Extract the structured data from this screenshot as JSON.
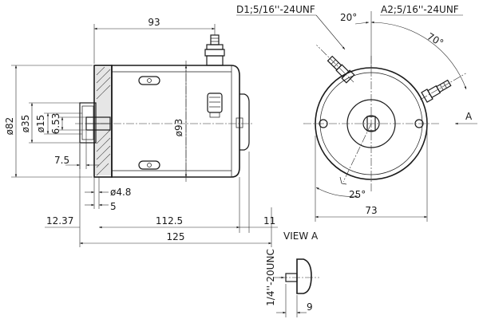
{
  "labels": {
    "len_93": "93",
    "dia_82": "ø82",
    "dia_35": "ø35",
    "dia_15": "ø15",
    "dim_653": "6.53",
    "dim_75": "7.5",
    "dia_93": "ø93",
    "dia_48": "ø4.8",
    "dim_5": "5",
    "dim_1237": "12.37",
    "dim_1125": "112.5",
    "dim_11": "11",
    "dim_125": "125",
    "terminal_d1": "D1;5/16''-24UNF",
    "terminal_a2": "A2;5/16''-24UNF",
    "angle_20": "20°",
    "angle_70": "70°",
    "angle_25": "25°",
    "width_73": "73",
    "arrow_a": "A",
    "view_a": "VIEW A",
    "thread_unc": "1/4''-20UNC",
    "dim_9": "9"
  }
}
